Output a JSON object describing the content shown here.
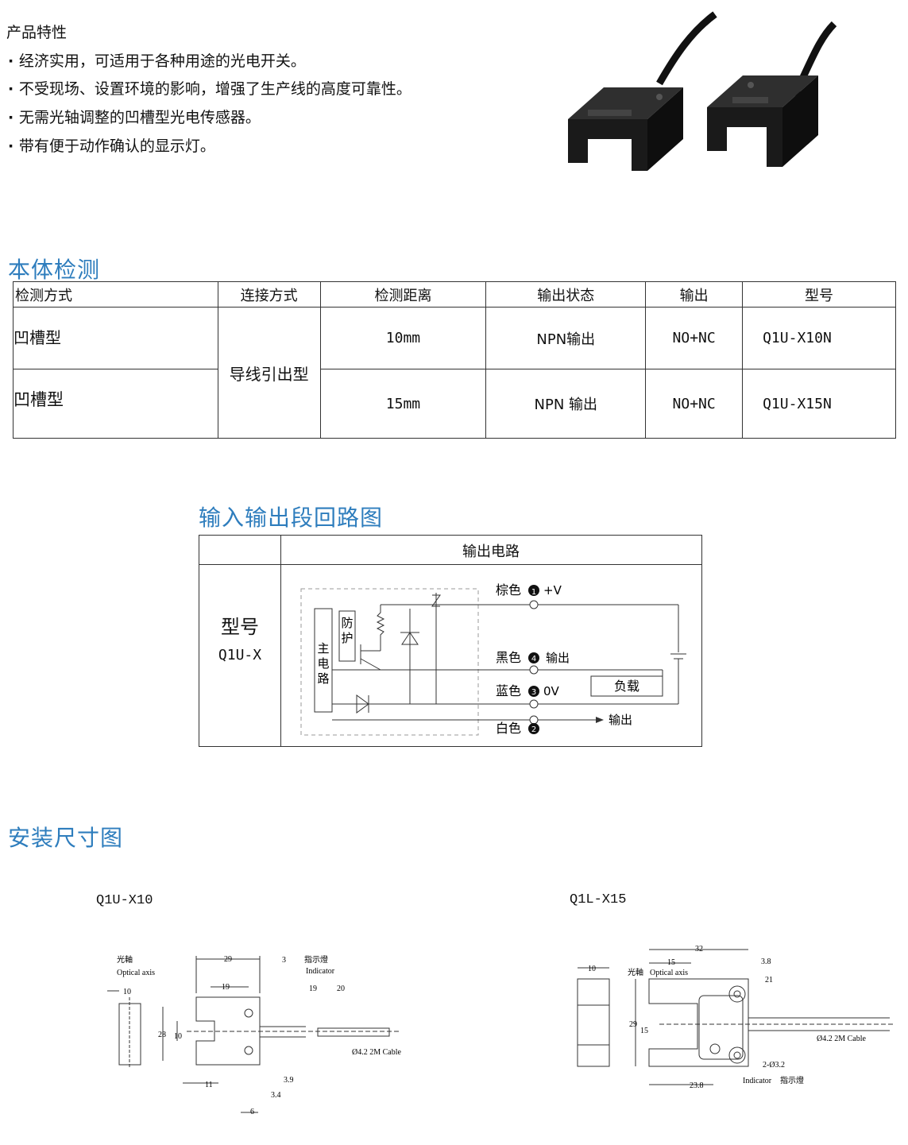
{
  "features": {
    "title": "产品特性",
    "items": [
      "经济实用，可适用于各种用途的光电开关。",
      "不受现场、设置环境的影响，增强了生产线的高度可靠性。",
      "无需光轴调整的凹槽型光电传感器。",
      "带有便于动作确认的显示灯。"
    ]
  },
  "spec": {
    "title": "本体检测",
    "headers": [
      "检测方式",
      "连接方式",
      "检测距离",
      "输出状态",
      "输出",
      "型号"
    ],
    "connection": "导线引出型",
    "rows": [
      {
        "method": "凹槽型",
        "distance": "10mm",
        "output_state": "NPN输出",
        "output": "NO+NC",
        "model": "Q1U-X10N"
      },
      {
        "method": "凹槽型",
        "distance": "15mm",
        "output_state": "NPN 输出",
        "output": "NO+NC",
        "model": "Q1U-X15N"
      }
    ]
  },
  "io": {
    "title": "输入输出段回路图",
    "header": "输出电路",
    "model_label": "型号",
    "model": "Q1U-X",
    "circuit": {
      "main": "主电路",
      "protect": "防护",
      "load": "负载",
      "terminals": [
        {
          "color": "棕色",
          "num": "1",
          "signal": "+V"
        },
        {
          "color": "黑色",
          "num": "4",
          "signal": "输出"
        },
        {
          "color": "蓝色",
          "num": "3",
          "signal": "0V"
        },
        {
          "color": "白色",
          "num": "2",
          "signal": "输出"
        }
      ]
    }
  },
  "install": {
    "title": "安装尺寸图",
    "left_model": "Q1U-X10",
    "right_model": "Q1L-X15",
    "labels": {
      "optical_cn": "光軸",
      "optical_en": "Optical axis",
      "indicator_cn": "指示燈",
      "indicator_en": "Indicator",
      "cable": "Ø4.2 2M Cable",
      "holes": "2-Ø3.2"
    },
    "left_dims": [
      "29",
      "3",
      "19",
      "10",
      "28",
      "10",
      "19",
      "20",
      "11",
      "3.9",
      "3.4",
      "6"
    ],
    "right_dims": [
      "32",
      "15",
      "3.8",
      "10",
      "21",
      "29",
      "15",
      "23.8"
    ]
  },
  "colors": {
    "accent": "#2e7dbd",
    "sensor_body": "#1d1d1d"
  }
}
